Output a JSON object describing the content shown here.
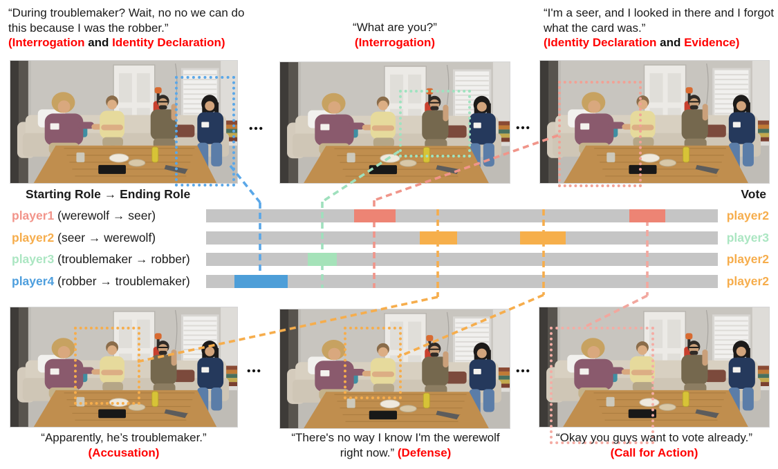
{
  "figure": {
    "description_domain": "werewolf-game persuasion figure",
    "ellipsis": "•••",
    "red": "#ff0000"
  },
  "quotes_top": [
    {
      "text": "“During troublemaker? Wait, no no we can do this because I was the robber.”",
      "label_parts": [
        {
          "t": "(Interrogation",
          "red": true
        },
        {
          "t": " and ",
          "red": false
        },
        {
          "t": "Identity Declaration)",
          "red": true
        }
      ]
    },
    {
      "text": "“What are you?”",
      "label_parts": [
        {
          "t": "(Interrogation)",
          "red": true
        }
      ]
    },
    {
      "text": "“I'm a seer, and I looked in there and I forgot what the card was.”",
      "label_parts": [
        {
          "t": "(Identity Declaration",
          "red": true
        },
        {
          "t": " and ",
          "red": false
        },
        {
          "t": "Evidence)",
          "red": true
        }
      ]
    }
  ],
  "quotes_bottom": [
    {
      "text": "“Apparently, he’s troublemaker.”",
      "inline": false,
      "label_parts": [
        {
          "t": "(Accusation)",
          "red": true
        }
      ]
    },
    {
      "text": "“There's no way I know I'm the werewolf right now.”",
      "inline": true,
      "label_parts": [
        {
          "t": " (Defense)",
          "red": true
        }
      ]
    },
    {
      "text": "“Okay you guys want to vote already.”",
      "inline": false,
      "label_parts": [
        {
          "t": "(Call for Action)",
          "red": true
        }
      ]
    }
  ],
  "timeline": {
    "header_left": "Starting Role → Ending Role",
    "header_right": "Vote",
    "bar_color": "#c5c5c5",
    "players": [
      {
        "name": "player1",
        "color": "#f2948a",
        "role": "(werewolf → seer)",
        "segment_color": "#ed8474",
        "segments": [
          {
            "start": 0.289,
            "width": 0.081
          },
          {
            "start": 0.827,
            "width": 0.07
          }
        ],
        "vote": "player2",
        "vote_color": "#f6ad4c"
      },
      {
        "name": "player2",
        "color": "#f6ad4c",
        "role": "(seer → werewolf)",
        "segment_color": "#f6af4b",
        "segments": [
          {
            "start": 0.418,
            "width": 0.072
          },
          {
            "start": 0.614,
            "width": 0.089
          }
        ],
        "vote": "player3",
        "vote_color": "#abe6c2"
      },
      {
        "name": "player3",
        "color": "#abe6c2",
        "role": "(troublemaker → robber)",
        "segment_color": "#a5e2b9",
        "segments": [
          {
            "start": 0.199,
            "width": 0.057
          }
        ],
        "vote": "player2",
        "vote_color": "#f6ad4c"
      },
      {
        "name": "player4",
        "color": "#4d9edd",
        "role": "(robber → troublemaker)",
        "segment_color": "#4d9ed8",
        "segments": [
          {
            "start": 0.055,
            "width": 0.104
          }
        ],
        "vote": "player2",
        "vote_color": "#f6ad4c"
      }
    ]
  },
  "frames": [
    {
      "id": "top-left",
      "box_color": "#5aa7e8"
    },
    {
      "id": "top-middle",
      "box_color": "#9fe3c0"
    },
    {
      "id": "top-right",
      "box_color": "#f2a195"
    },
    {
      "id": "bottom-left",
      "box_color": "#f6ad4c"
    },
    {
      "id": "bottom-middle",
      "box_color": "#f6ad4c"
    },
    {
      "id": "bottom-right",
      "box_color": "#f4aca4"
    }
  ]
}
